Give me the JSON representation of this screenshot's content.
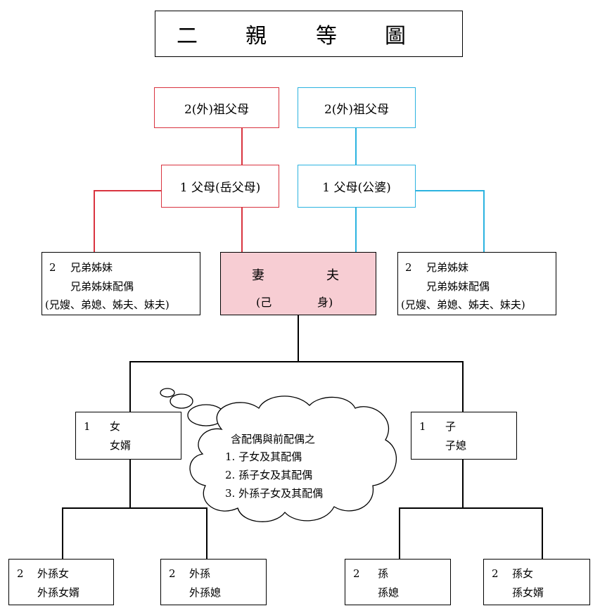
{
  "title": {
    "c1": "二",
    "c2": "親",
    "c3": "等",
    "c4": "圖"
  },
  "maternal_grandparents": "2(外)祖父母",
  "paternal_grandparents": "2(外)祖父母",
  "parents_in_law_wife": "1 父母(岳父母)",
  "parents_in_law_husband": "1 父母(公婆)",
  "siblings_left": {
    "num": "2",
    "line1": "兄弟姊妹",
    "line2": "兄弟姊妹配偶",
    "line3": "(兄嫂、弟媳、姊夫、妹夫)"
  },
  "siblings_right": {
    "num": "2",
    "line1": "兄弟姊妹",
    "line2": "兄弟姊妹配偶",
    "line3": "(兄嫂、弟媳、姊夫、妹夫)"
  },
  "self": {
    "wife": "妻",
    "husband": "夫",
    "self_open": "(己",
    "self_close": "身)"
  },
  "daughter": {
    "num": "1",
    "line1": "女",
    "line2": "女婿"
  },
  "son": {
    "num": "1",
    "line1": "子",
    "line2": "子媳"
  },
  "note": {
    "head": "含配偶與前配偶之",
    "item1": "1.  子女及其配偶",
    "item2": "2.  孫子女及其配偶",
    "item3": "3.  外孫子女及其配偶"
  },
  "granddaughter_children": {
    "num": "2",
    "line1": "外孫女",
    "line2": "外孫女婿"
  },
  "grandson_daughter_side": {
    "num": "2",
    "line1": "外孫",
    "line2": "外孫媳"
  },
  "grandson": {
    "num": "2",
    "line1": "孫",
    "line2": "孫媳"
  },
  "granddaughter": {
    "num": "2",
    "line1": "孫女",
    "line2": "孫女婿"
  }
}
